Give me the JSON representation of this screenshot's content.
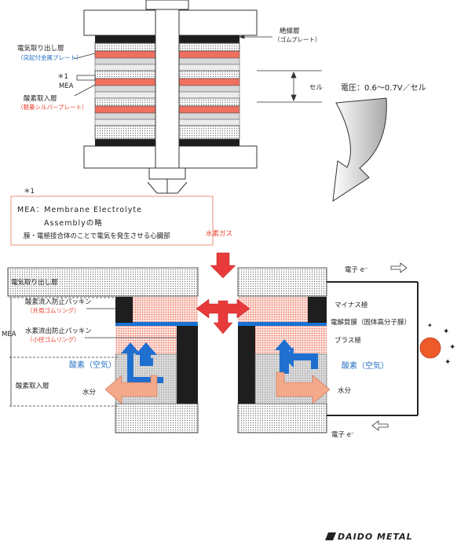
{
  "top_diagram": {
    "insulating_layer": "絶縁層",
    "insulating_layer_sub": "（ゴムプレート）",
    "electricity_output_layer": "電気取り出し層",
    "electricity_output_layer_sub": "（突起付金属プレート）",
    "mea_note_mark": "＊1",
    "mea_label": "MEA",
    "oxygen_intake_layer": "酸素取入層",
    "oxygen_intake_layer_sub": "（軽量シルバープレート）",
    "cell_label": "セル",
    "voltage_label": "電圧：0.6～0.7V／セル"
  },
  "note_box": {
    "mark": "＊1",
    "line1": "MEA：Membrane Electrolyte",
    "line2": "Assemblyの略",
    "line3": "膜・電極接合体のことで電気を発生させる心臓部"
  },
  "bottom_diagram": {
    "hydrogen_gas": "水素ガス",
    "electricity_output_layer": "電気取り出し層",
    "mea_label": "MEA",
    "oxygen_inflow_seal": "酸素流入防止パッキン",
    "oxygen_inflow_seal_sub": "（外周ゴムリング）",
    "hydrogen_outflow_seal": "水素流出防止パッキン",
    "hydrogen_outflow_seal_sub": "（小径ゴムリング）",
    "oxygen_air_left": "酸素（空気）",
    "oxygen_intake_layer": "酸素取入層",
    "water_left": "水分",
    "electron_top": "電子 e⁻",
    "minus_electrode": "マイナス極",
    "electrolyte_membrane": "電解質膜（固体高分子膜）",
    "plus_electrode": "プラス極",
    "oxygen_air_right": "酸素（空気）",
    "water_right": "水分",
    "electron_bottom": "電子 e⁻"
  },
  "logo": {
    "text": "DAIDO METAL"
  },
  "colors": {
    "red_text": "#e8412c",
    "blue_text": "#2a72c6",
    "hydrogen_arrow": "#e83a3a",
    "oxygen_arrow": "#1f6fd1",
    "water_arrow": "#f4a98a",
    "membrane": "#1673d6",
    "electrode_hatch": "#f08a78",
    "lamp": "#ee5a2a"
  }
}
